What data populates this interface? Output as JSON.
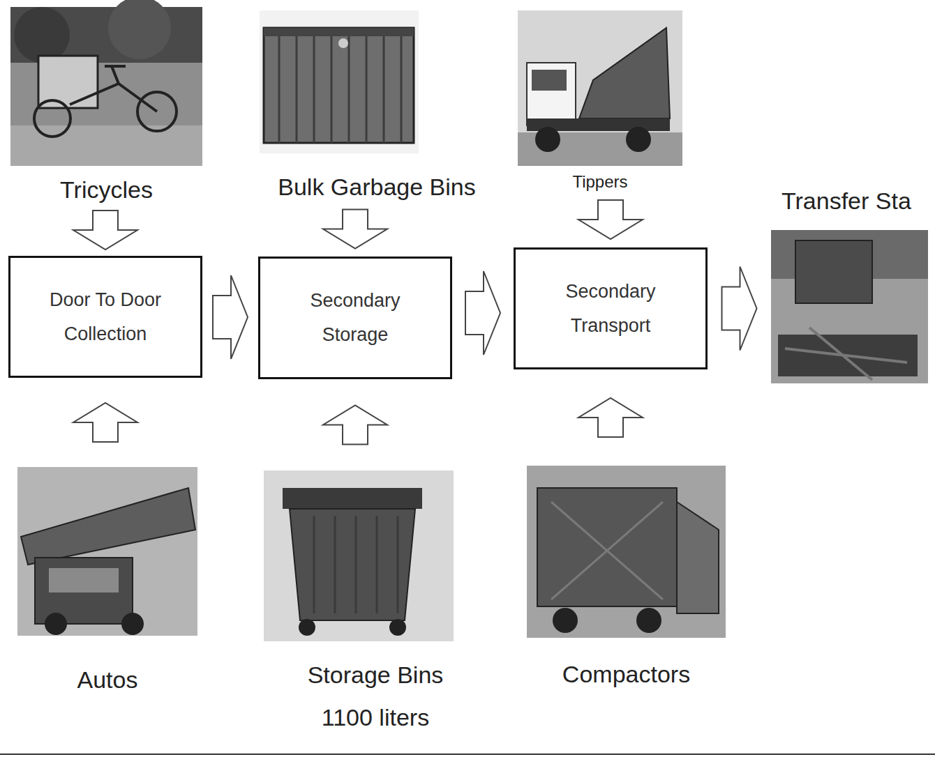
{
  "diagram": {
    "nodes": [
      {
        "text": [
          "Tricycles"
        ]
      },
      {
        "text": [
          "Bulk Garbage Bins"
        ]
      },
      {
        "text": [
          "Tippers"
        ]
      },
      {
        "text": [
          "Door To Door Collection"
        ]
      },
      {
        "text": [
          "Secondary Storage"
        ]
      },
      {
        "text": [
          "Secondary Transport"
        ]
      },
      {
        "text": [
          "Transfer Sta"
        ]
      },
      {
        "text": [
          "Autos"
        ]
      },
      {
        "text": [
          "Storage Bins 1100 liters"
        ]
      },
      {
        "text": [
          "Compactors"
        ]
      }
    ],
    "edges": [
      {
        "from": 0,
        "to": 3,
        "arrow": "to"
      },
      {
        "from": 1,
        "to": 4,
        "arrow": "to"
      },
      {
        "from": 2,
        "to": 5,
        "arrow": "to"
      },
      {
        "from": 7,
        "to": 3,
        "arrow": "to"
      },
      {
        "from": 8,
        "to": 4,
        "arrow": "to"
      },
      {
        "from": 9,
        "to": 5,
        "arrow": "to"
      },
      {
        "from": 3,
        "to": 4,
        "arrow": "to"
      },
      {
        "from": 4,
        "to": 5,
        "arrow": "to"
      },
      {
        "from": 5,
        "to": 6,
        "arrow": "to"
      }
    ]
  }
}
